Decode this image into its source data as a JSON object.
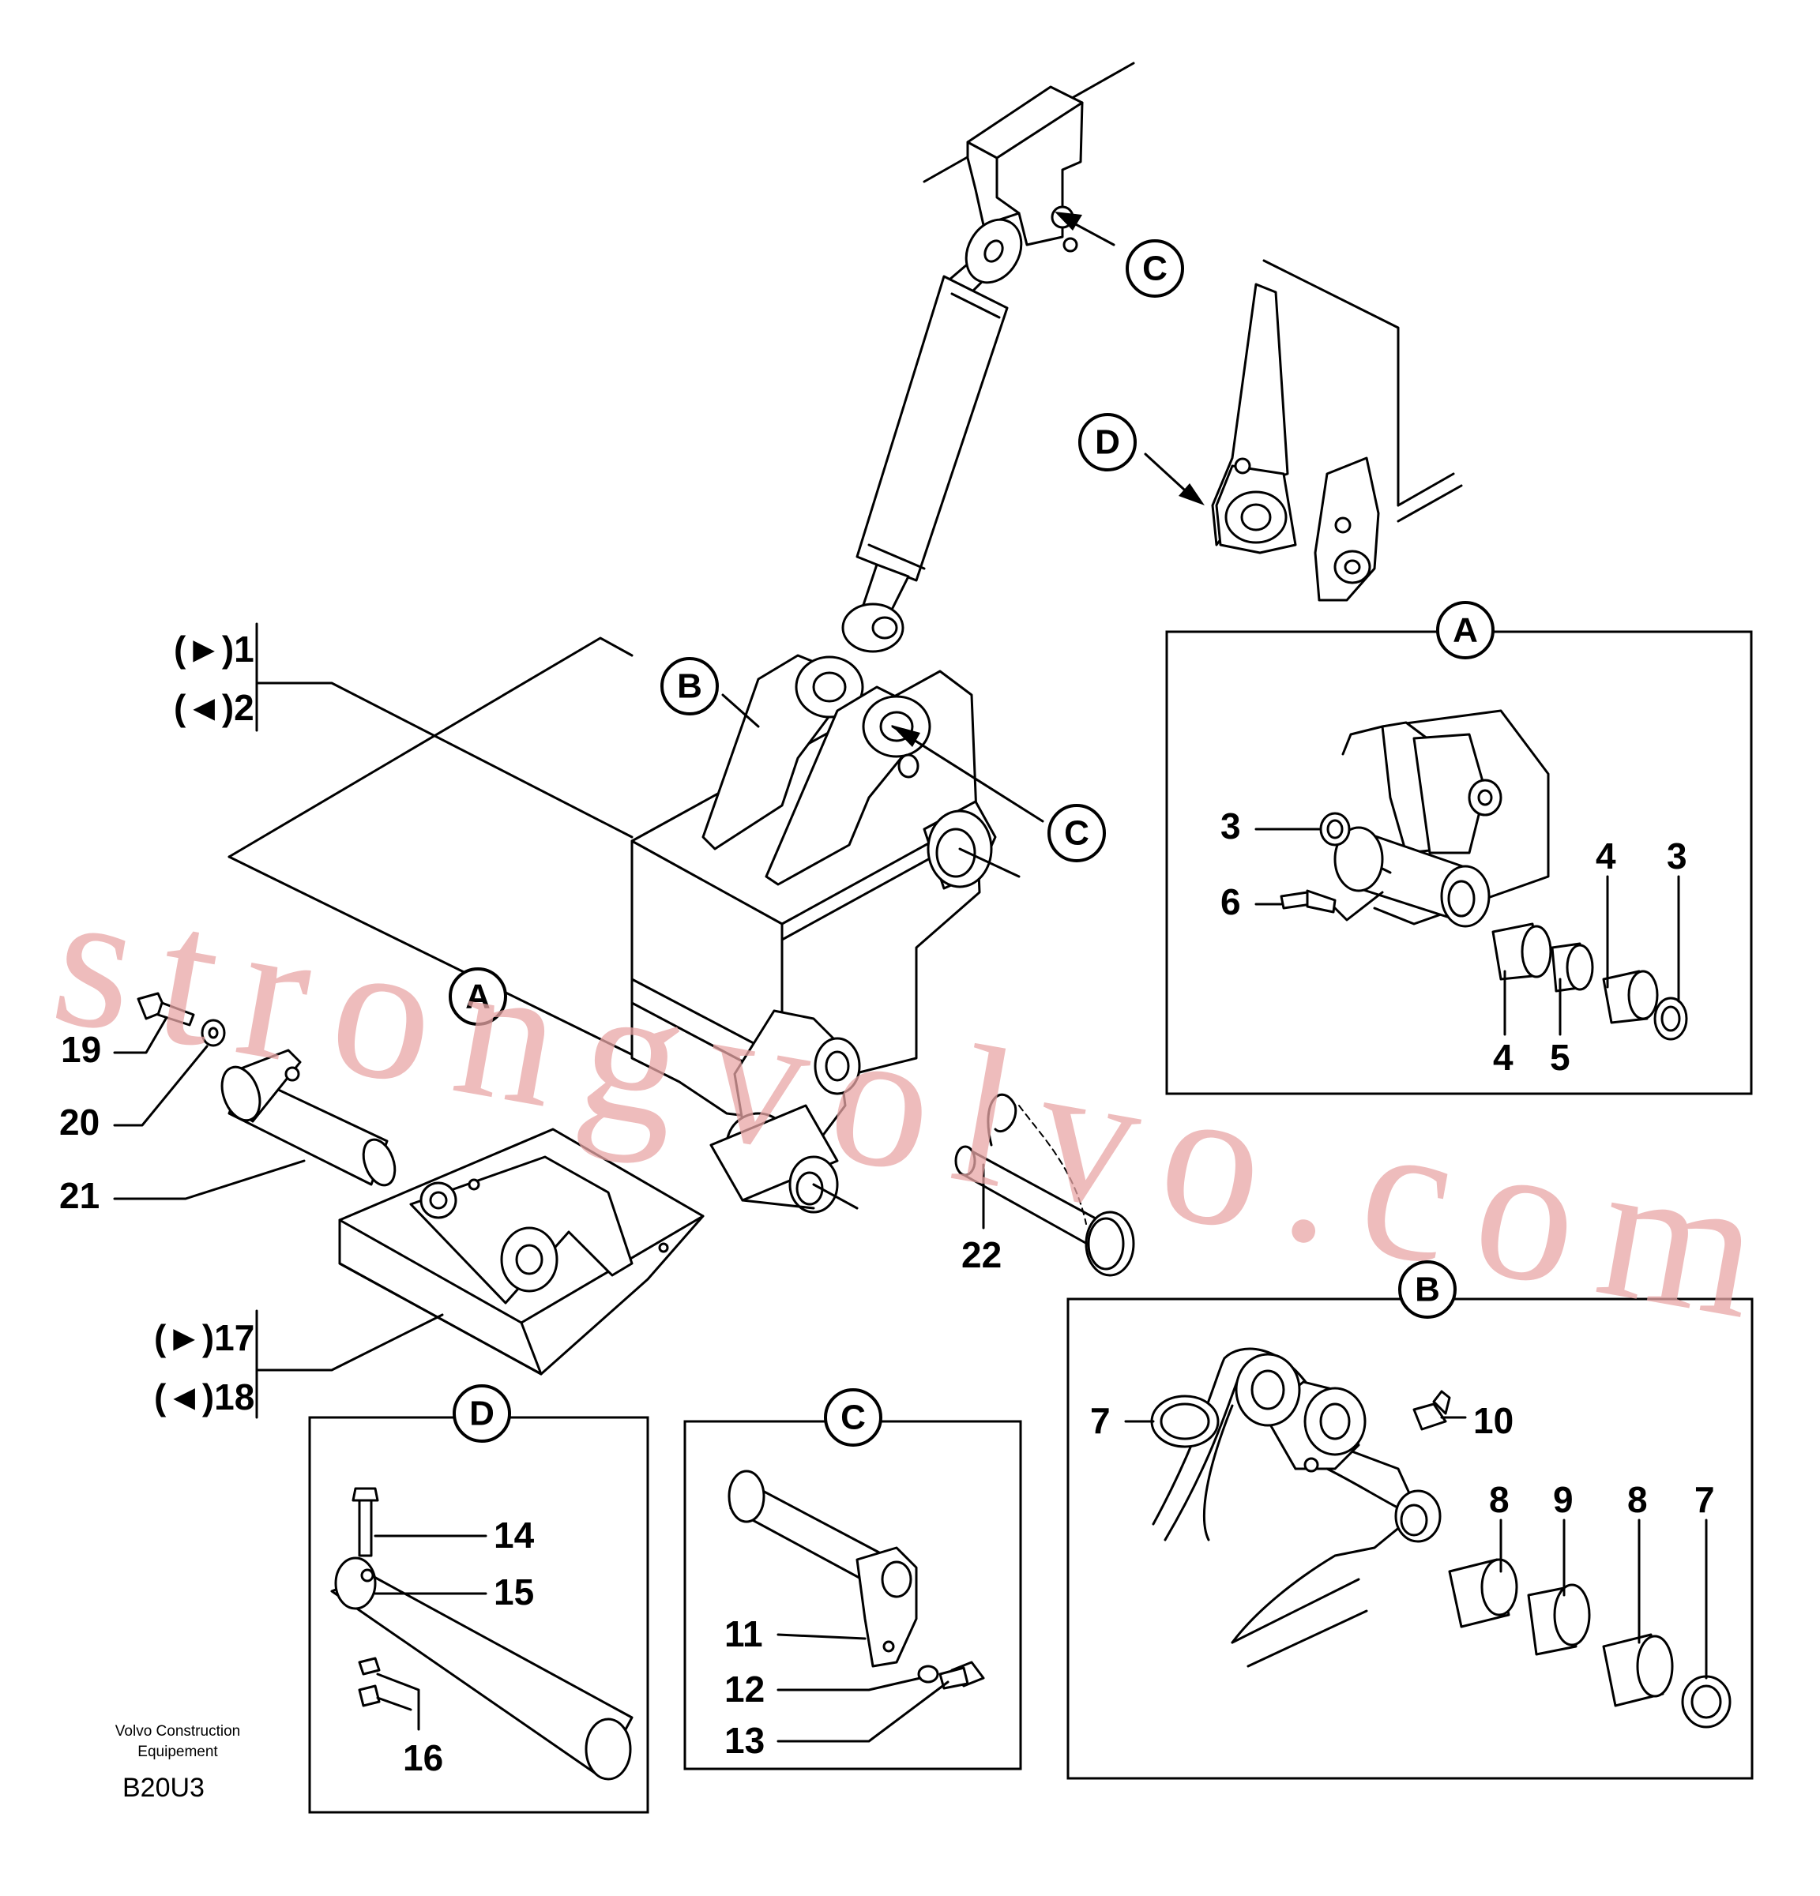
{
  "callouts": {
    "c_top": "C",
    "d_top": "D",
    "b_main": "B",
    "c_main": "C",
    "a_main": "A",
    "box_a": "A",
    "box_b": "B",
    "box_c": "C",
    "box_d": "D"
  },
  "labels": {
    "n1": "(►)1",
    "n2": "(◄)2",
    "n17": "(►)17",
    "n18": "(◄)18",
    "n19": "19",
    "n20": "20",
    "n21": "21",
    "n22": "22",
    "a_3l": "3",
    "a_6": "6",
    "a_4t": "4",
    "a_3r": "3",
    "a_4b": "4",
    "a_5": "5",
    "b_7l": "7",
    "b_10": "10",
    "b_8a": "8",
    "b_9": "9",
    "b_8b": "8",
    "b_7r": "7",
    "c_11": "11",
    "c_12": "12",
    "c_13": "13",
    "d_14": "14",
    "d_15": "15",
    "d_16": "16"
  },
  "footer": {
    "line1": "Volvo Construction",
    "line2": "Equipement",
    "code": "B20U3"
  },
  "watermark": "strongvolvo.com"
}
